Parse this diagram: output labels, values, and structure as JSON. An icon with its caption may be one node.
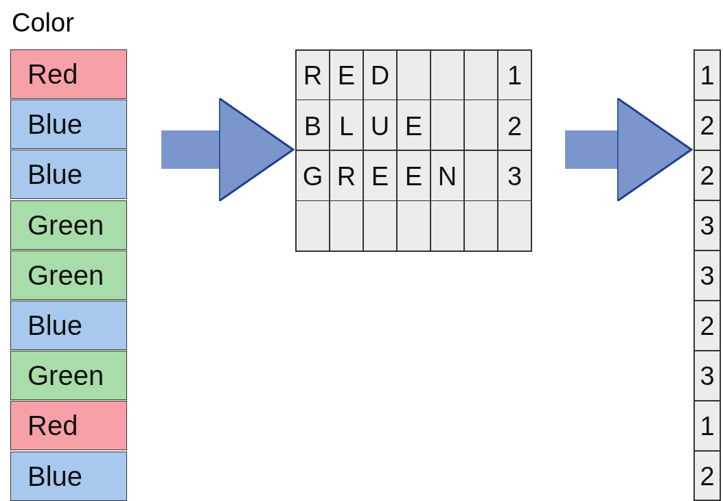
{
  "diagram": {
    "nodes": [
      {
        "text": [
          "Color"
        ]
      },
      {
        "text": [
          "Red"
        ],
        "in": 0
      },
      {
        "text": [
          "Blue"
        ],
        "in": 0
      },
      {
        "text": [
          "Blue"
        ],
        "in": 0
      },
      {
        "text": [
          "Green"
        ],
        "in": 0
      },
      {
        "text": [
          "Green"
        ],
        "in": 0
      },
      {
        "text": [
          "Blue"
        ],
        "in": 0
      },
      {
        "text": [
          "Green"
        ],
        "in": 0
      },
      {
        "text": [
          "Red"
        ],
        "in": 0
      },
      {
        "text": [
          "Blue"
        ],
        "in": 0
      },
      {
        "text": [],
        "shape": "box"
      },
      {
        "text": [],
        "shape": "box"
      }
    ],
    "edges": [
      {
        "from": 0,
        "to": 10,
        "arrow": "to"
      },
      {
        "from": 10,
        "to": 11,
        "arrow": "to"
      }
    ],
    "labels": [
      "R",
      "E",
      "D",
      "1",
      "B",
      "L",
      "U",
      "E",
      "2",
      "G",
      "R",
      "E",
      "E",
      "N",
      "3",
      "1",
      "2",
      "2",
      "3",
      "3",
      "2",
      "3",
      "1",
      "2"
    ]
  }
}
